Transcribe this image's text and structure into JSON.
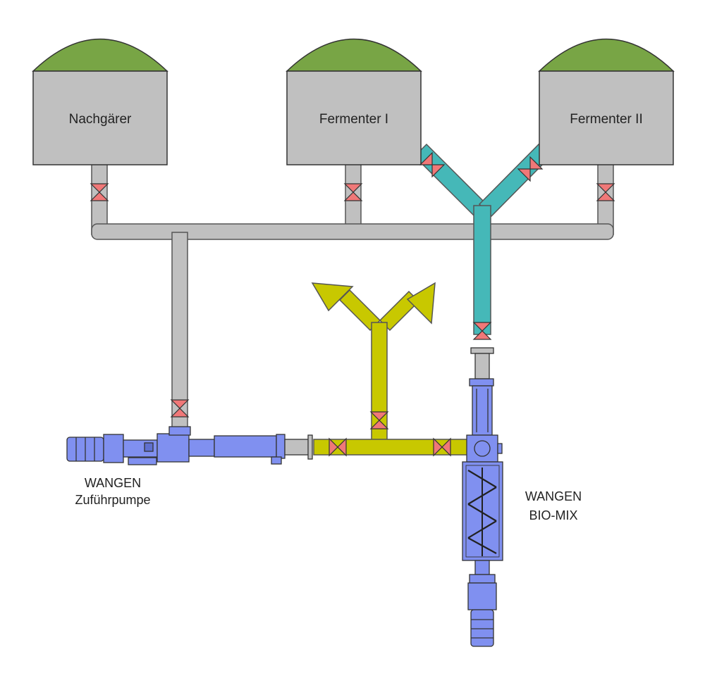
{
  "tanks": {
    "nachgaerer": {
      "label": "Nachgärer"
    },
    "fermenter1": {
      "label": "Fermenter I"
    },
    "fermenter2": {
      "label": "Fermenter II"
    }
  },
  "machines": {
    "feed_pump": {
      "line1": "WANGEN",
      "line2": "Zuführpumpe"
    },
    "biomix": {
      "line1": "WANGEN",
      "line2": "BIO-MIX"
    }
  },
  "colors": {
    "tank_body": "#c0c0c0",
    "tank_roof": "#78a545",
    "pipe_gray": "#c0c0c0",
    "pipe_teal": "#45b8b8",
    "pipe_yellow": "#c8c800",
    "valve": "#f07878",
    "machine_blue": "#8090f0",
    "outline": "#333333"
  }
}
